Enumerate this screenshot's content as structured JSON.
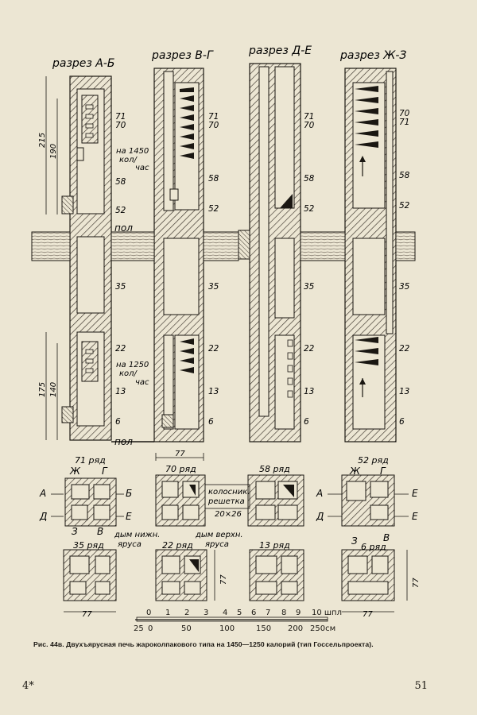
{
  "sections": [
    {
      "id": "ab",
      "title": "разрез А-Б"
    },
    {
      "id": "vg",
      "title": "разрез В-Г"
    },
    {
      "id": "de",
      "title": "разрез Д-Е"
    },
    {
      "id": "zhz",
      "title": "разрез Ж-З"
    }
  ],
  "row_marks": {
    "ab": [
      "71",
      "70",
      "58",
      "52",
      "35",
      "22",
      "13",
      "6"
    ],
    "vg": [
      "71",
      "70",
      "58",
      "52",
      "35",
      "22",
      "13",
      "6"
    ],
    "de": [
      "71",
      "70",
      "58",
      "52",
      "35",
      "22",
      "13",
      "6"
    ],
    "zhz": [
      "70",
      "71",
      "58",
      "52",
      "35",
      "22",
      "13",
      "6"
    ]
  },
  "floor_labels": [
    "пол",
    "пол"
  ],
  "heights_left": {
    "upper_total": "215",
    "upper_inner": "190",
    "lower_total": "175",
    "lower_inner": "140"
  },
  "notes": {
    "kcal_upper": [
      "на 1450",
      "кол/",
      "час"
    ],
    "kcal_lower": [
      "на 1250",
      "кол/",
      "час"
    ]
  },
  "width_dim": "77",
  "plans": [
    {
      "id": "p71",
      "title": "71 ряд"
    },
    {
      "id": "p70",
      "title": "70 ряд"
    },
    {
      "id": "p58",
      "title": "58 ряд"
    },
    {
      "id": "p52",
      "title": "52 ряд"
    },
    {
      "id": "p35",
      "title": "35 ряд"
    },
    {
      "id": "p22",
      "title": "22 ряд"
    },
    {
      "id": "p13",
      "title": "13 ряд"
    },
    {
      "id": "p6",
      "title": "6 ряд"
    }
  ],
  "plan_letters": {
    "zh": "Ж",
    "g": "Г",
    "a": "А",
    "b": "Б",
    "d": "Д",
    "e": "Е",
    "z": "З",
    "v": "В"
  },
  "plan_dim": "77",
  "grate": {
    "label": [
      "колосник.",
      "решетка"
    ],
    "size": "20×26"
  },
  "smoke": {
    "lower": [
      "дым нижн.",
      "яруса"
    ],
    "upper": [
      "дым верхн.",
      "яруса"
    ]
  },
  "scale": {
    "top_ticks": [
      "0",
      "1",
      "2",
      "3",
      "4",
      "5",
      "6",
      "7",
      "8",
      "9",
      "10 шпл"
    ],
    "bottom_ticks": [
      "25",
      "0",
      "50",
      "100",
      "150",
      "200",
      "250см"
    ]
  },
  "caption": "Рис. 44в. Двухъярусная печь жароколпакового типа на 1450—1250 калорий (тип Госсельпроекта).",
  "page_mark": "4*",
  "page_number": "51",
  "colors": {
    "paper": "#ece6d3",
    "ink": "#1a1712",
    "hatch": "#3a332a"
  }
}
